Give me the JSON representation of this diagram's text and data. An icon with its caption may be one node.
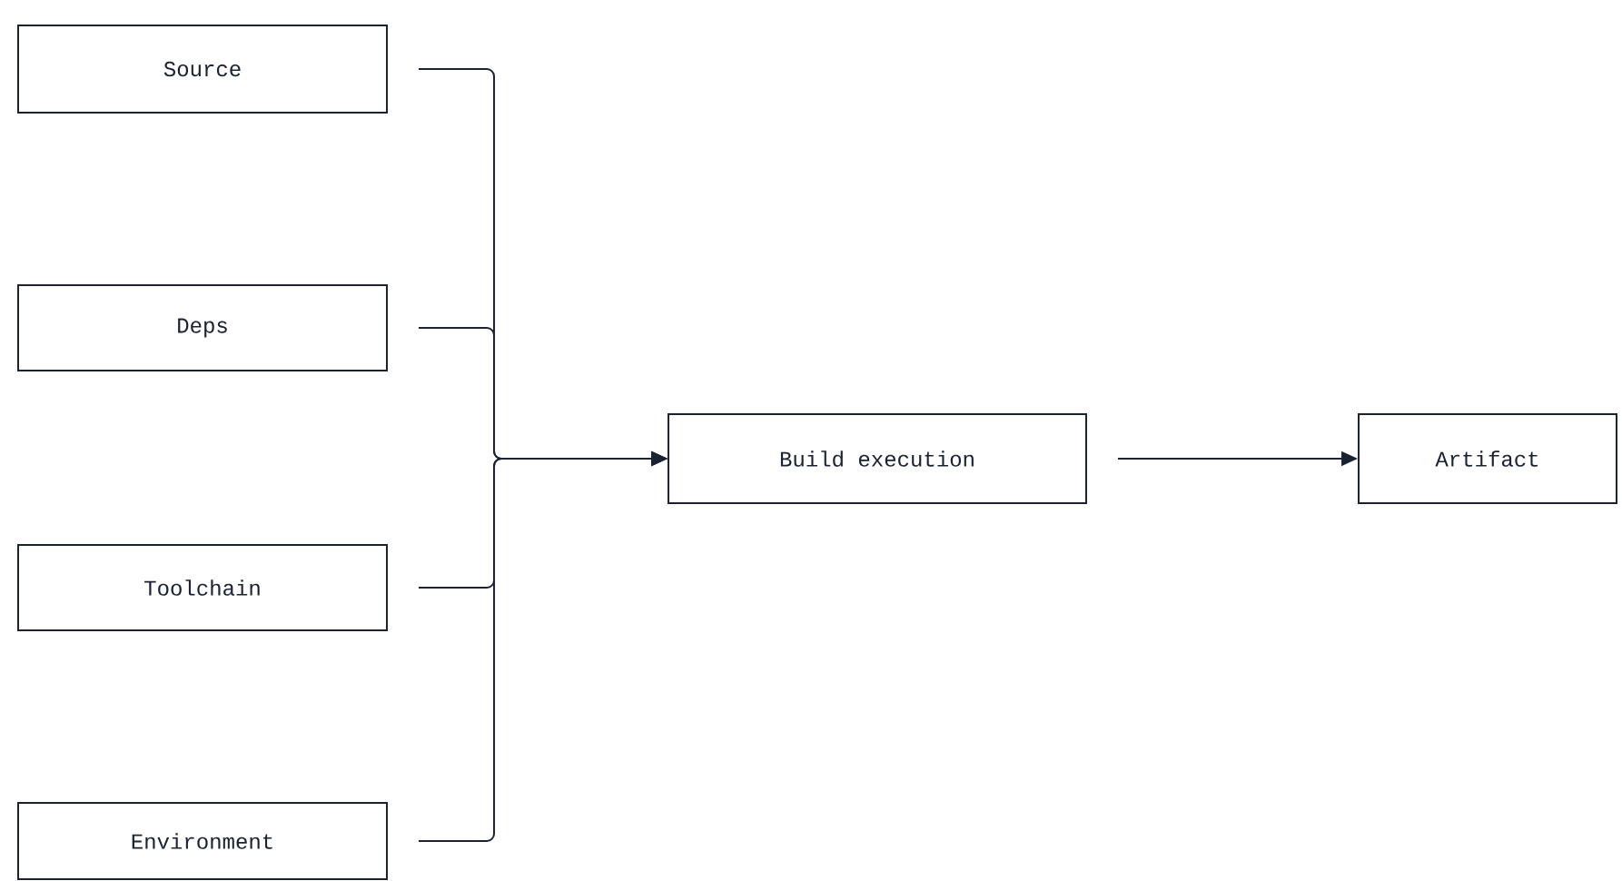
{
  "diagram": {
    "nodes": [
      {
        "text": [
          "Source"
        ]
      },
      {
        "text": [
          "Deps"
        ]
      },
      {
        "text": [
          "Toolchain"
        ]
      },
      {
        "text": [
          "Environment"
        ]
      },
      {
        "text": [
          "Build execution"
        ]
      },
      {
        "text": [
          "Artifact"
        ]
      }
    ],
    "edges": [
      {
        "from": 0,
        "to": 4,
        "arrow": "to"
      },
      {
        "from": 1,
        "to": 4,
        "arrow": "to"
      },
      {
        "from": 2,
        "to": 4,
        "arrow": "to"
      },
      {
        "from": 3,
        "to": 4,
        "arrow": "to"
      },
      {
        "from": 4,
        "to": 5,
        "arrow": "to"
      }
    ]
  }
}
